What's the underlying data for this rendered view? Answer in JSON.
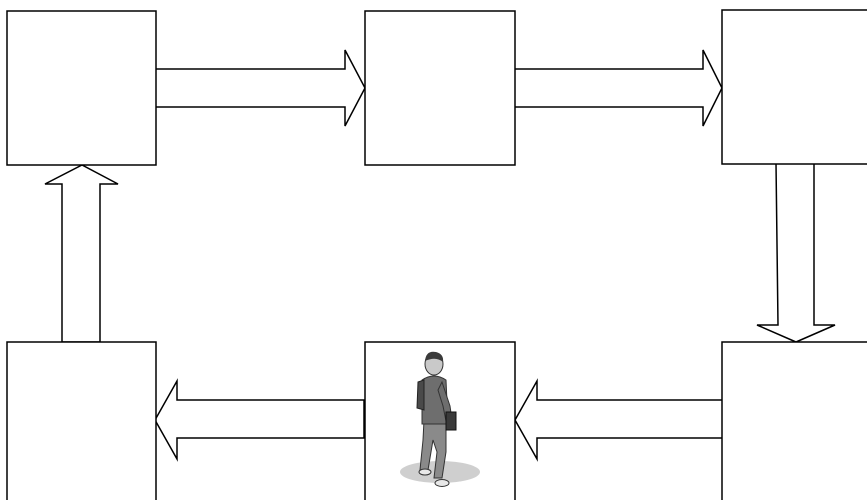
{
  "diagram": {
    "boxes": [
      {
        "id": "box-top-left",
        "label": ""
      },
      {
        "id": "box-top-middle",
        "label": ""
      },
      {
        "id": "box-top-right",
        "label": ""
      },
      {
        "id": "box-bottom-right",
        "label": ""
      },
      {
        "id": "box-bottom-middle",
        "label": "",
        "image": "student-walking-figure"
      },
      {
        "id": "box-bottom-left",
        "label": ""
      }
    ],
    "arrows": [
      {
        "from": "box-top-left",
        "to": "box-top-middle",
        "direction": "right"
      },
      {
        "from": "box-top-middle",
        "to": "box-top-right",
        "direction": "right"
      },
      {
        "from": "box-top-right",
        "to": "box-bottom-right",
        "direction": "down"
      },
      {
        "from": "box-bottom-right",
        "to": "box-bottom-middle",
        "direction": "left"
      },
      {
        "from": "box-bottom-middle",
        "to": "box-bottom-left",
        "direction": "left"
      },
      {
        "from": "box-bottom-left",
        "to": "box-top-left",
        "direction": "up"
      }
    ],
    "colors": {
      "stroke": "#000000",
      "fill": "#ffffff",
      "figure_shirt": "#6e6e6e",
      "figure_pants": "#8a8a8a",
      "shadow": "#cfcfcf"
    }
  }
}
